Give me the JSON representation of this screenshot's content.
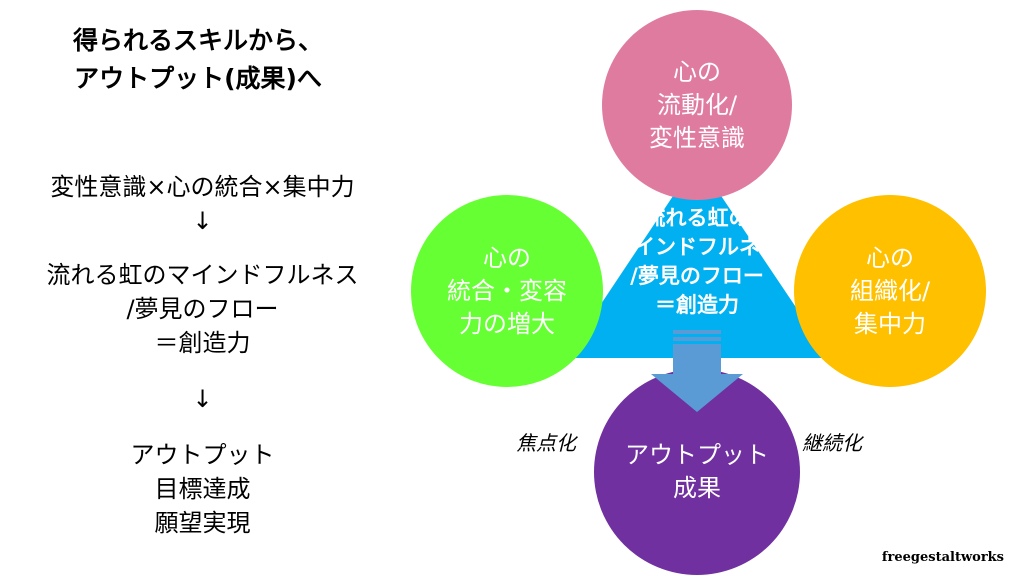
{
  "heading": {
    "line1": "得られるスキルから、",
    "line2": "アウトプット(成果)へ"
  },
  "left": {
    "formula": "変性意識×心の統合×集中力",
    "arrow1": "↓",
    "flow_lines": [
      "流れる虹のマインドフルネス",
      "/夢見のフロー",
      "＝創造力"
    ],
    "arrow2": "↓",
    "output_lines": [
      "アウトプット",
      "目標達成",
      "願望実現"
    ]
  },
  "diagram": {
    "top_circle": {
      "lines": [
        "心の",
        "流動化/",
        "変性意識"
      ],
      "color": "#e07ba0"
    },
    "left_circle": {
      "lines": [
        "心の",
        "統合・変容",
        "力の増大"
      ],
      "color": "#66ff33"
    },
    "right_circle": {
      "lines": [
        "心の",
        "組織化/",
        "集中力"
      ],
      "color": "#ffc000"
    },
    "bottom_circle": {
      "lines": [
        "アウトプット",
        "成果"
      ],
      "color": "#7030a0"
    },
    "triangle": {
      "lines": [
        "流れる虹の",
        "マインドフルネス",
        "/夢見のフロー",
        "＝創造力"
      ],
      "color": "#00b0f0"
    },
    "arrow_color": "#5b9bd5",
    "label_left": "焦点化",
    "label_right": "継続化"
  },
  "credit": "freegestaltworks"
}
